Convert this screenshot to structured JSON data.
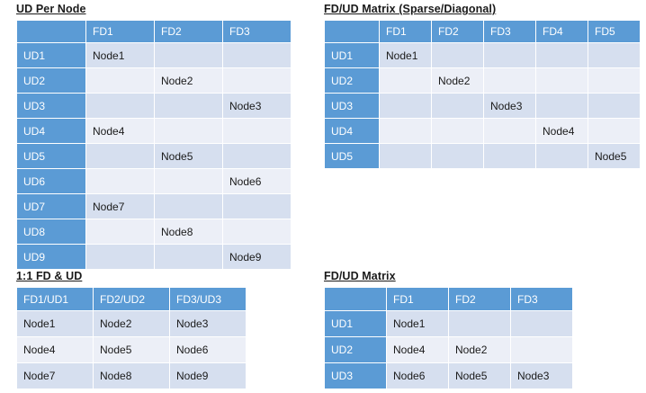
{
  "panels": {
    "ud_per_node": {
      "title": "UD Per Node",
      "corner_label": "",
      "columns": [
        "FD1",
        "FD2",
        "FD3"
      ],
      "rows": [
        {
          "label": "UD1",
          "cells": [
            "Node1",
            "",
            ""
          ]
        },
        {
          "label": "UD2",
          "cells": [
            "",
            "Node2",
            ""
          ]
        },
        {
          "label": "UD3",
          "cells": [
            "",
            "",
            "Node3"
          ]
        },
        {
          "label": "UD4",
          "cells": [
            "Node4",
            "",
            ""
          ]
        },
        {
          "label": "UD5",
          "cells": [
            "",
            "Node5",
            ""
          ]
        },
        {
          "label": "UD6",
          "cells": [
            "",
            "",
            "Node6"
          ]
        },
        {
          "label": "UD7",
          "cells": [
            "Node7",
            "",
            ""
          ]
        },
        {
          "label": "UD8",
          "cells": [
            "",
            "Node8",
            ""
          ]
        },
        {
          "label": "UD9",
          "cells": [
            "",
            "",
            "Node9"
          ]
        }
      ]
    },
    "sparse_matrix": {
      "title": "FD/UD Matrix (Sparse/Diagonal)",
      "corner_label": "",
      "columns": [
        "FD1",
        "FD2",
        "FD3",
        "FD4",
        "FD5"
      ],
      "rows": [
        {
          "label": "UD1",
          "cells": [
            "Node1",
            "",
            "",
            "",
            ""
          ]
        },
        {
          "label": "UD2",
          "cells": [
            "",
            "Node2",
            "",
            "",
            ""
          ]
        },
        {
          "label": "UD3",
          "cells": [
            "",
            "",
            "Node3",
            "",
            ""
          ]
        },
        {
          "label": "UD4",
          "cells": [
            "",
            "",
            "",
            "Node4",
            ""
          ]
        },
        {
          "label": "UD5",
          "cells": [
            "",
            "",
            "",
            "",
            "Node5"
          ]
        }
      ]
    },
    "one_to_one": {
      "title": "1:1 FD & UD",
      "columns": [
        "FD1/UD1",
        "FD2/UD2",
        "FD3/UD3"
      ],
      "rows": [
        {
          "cells": [
            "Node1",
            "Node2",
            "Node3"
          ]
        },
        {
          "cells": [
            "Node4",
            "Node5",
            "Node6"
          ]
        },
        {
          "cells": [
            "Node7",
            "Node8",
            "Node9"
          ]
        }
      ]
    },
    "fd_ud_matrix": {
      "title": "FD/UD Matrix",
      "corner_label": "",
      "columns": [
        "FD1",
        "FD2",
        "FD3"
      ],
      "rows": [
        {
          "label": "UD1",
          "cells": [
            "Node1",
            "",
            ""
          ]
        },
        {
          "label": "UD2",
          "cells": [
            "Node4",
            "Node2",
            ""
          ]
        },
        {
          "label": "UD3",
          "cells": [
            "Node6",
            "Node5",
            "Node3"
          ]
        }
      ]
    }
  },
  "colors": {
    "header_blue": "#5b9bd5",
    "band_dark": "#d6dfef",
    "band_light": "#eceff7",
    "text": "#1a1a1a",
    "header_text": "#ffffff",
    "background": "#ffffff"
  }
}
